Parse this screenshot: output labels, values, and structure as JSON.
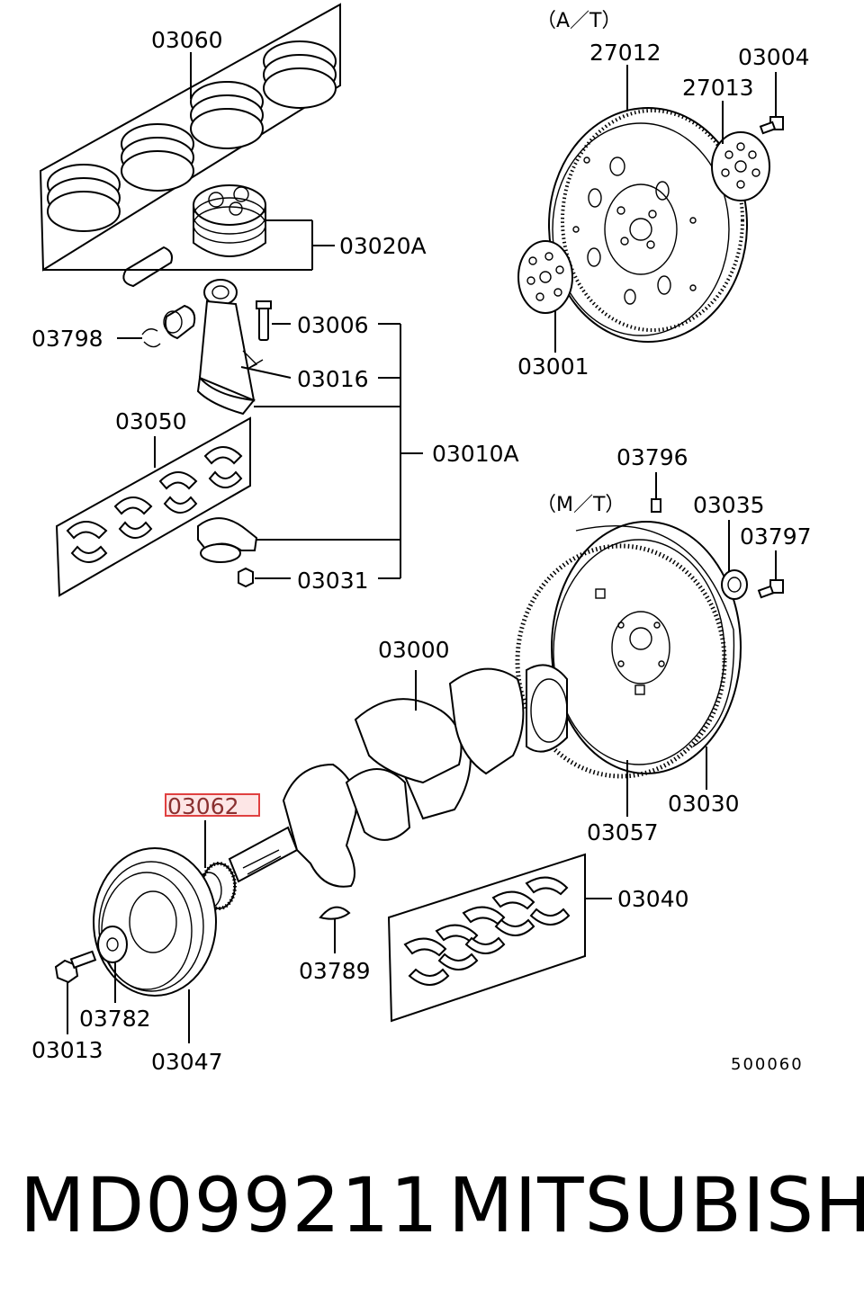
{
  "diagram": {
    "labels": {
      "p03060": "03060",
      "p03020A": "03020A",
      "p03798": "03798",
      "p03006": "03006",
      "p03016": "03016",
      "p03050": "03050",
      "p03010A": "03010A",
      "p03031": "03031",
      "at": "（A／T）",
      "p27012": "27012",
      "p03004": "03004",
      "p27013": "27013",
      "p03001": "03001",
      "p03796": "03796",
      "mt": "（M／T）",
      "p03035": "03035",
      "p03797": "03797",
      "p03000": "03000",
      "p03062": "03062",
      "p03030": "03030",
      "p03057": "03057",
      "p03040": "03040",
      "p03789": "03789",
      "p03782": "03782",
      "p03013": "03013",
      "p03047": "03047",
      "code": "500060"
    },
    "highlighted": "03062"
  },
  "footer": {
    "part_number": "MD099211",
    "brand": "MITSUBISHI"
  }
}
